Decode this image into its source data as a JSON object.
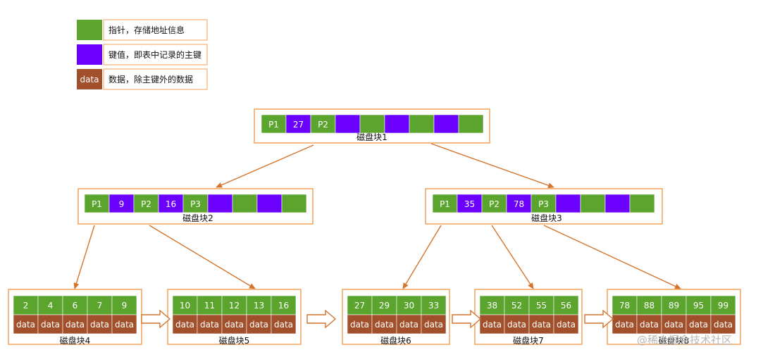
{
  "colors": {
    "pointer": "#5ba52f",
    "key": "#6c00ff",
    "data": "#a1502b",
    "border": "#f2a25a",
    "arrow": "#d4742d",
    "text": "#ffffff",
    "caption": "#111111"
  },
  "legend": [
    {
      "swatch": "pointer",
      "label": "指针，存储地址信息",
      "swatch_text": ""
    },
    {
      "swatch": "key",
      "label": "键值，即表中记录的主键",
      "swatch_text": ""
    },
    {
      "swatch": "data",
      "label": "数据，除主键外的数据",
      "swatch_text": "data"
    }
  ],
  "internal_nodes": [
    {
      "caption": "磁盘块1",
      "cells": [
        "P1",
        "27",
        "P2",
        "",
        "",
        "",
        "",
        "",
        ""
      ]
    },
    {
      "caption": "磁盘块2",
      "cells": [
        "P1",
        "9",
        "P2",
        "16",
        "P3",
        "",
        "",
        "",
        ""
      ]
    },
    {
      "caption": "磁盘块3",
      "cells": [
        "P1",
        "35",
        "P2",
        "78",
        "P3",
        "",
        "",
        "",
        ""
      ]
    }
  ],
  "leaf_nodes": [
    {
      "caption": "磁盘块4",
      "keys": [
        "2",
        "4",
        "6",
        "7",
        "9"
      ]
    },
    {
      "caption": "磁盘块5",
      "keys": [
        "10",
        "11",
        "12",
        "13",
        "16"
      ]
    },
    {
      "caption": "磁盘块6",
      "keys": [
        "27",
        "29",
        "30",
        "33"
      ]
    },
    {
      "caption": "磁盘块7",
      "keys": [
        "38",
        "52",
        "55",
        "56"
      ]
    },
    {
      "caption": "磁盘块8",
      "keys": [
        "78",
        "88",
        "89",
        "95",
        "99"
      ]
    }
  ],
  "data_label": "data",
  "watermark": "@稀土掘金技术社区"
}
